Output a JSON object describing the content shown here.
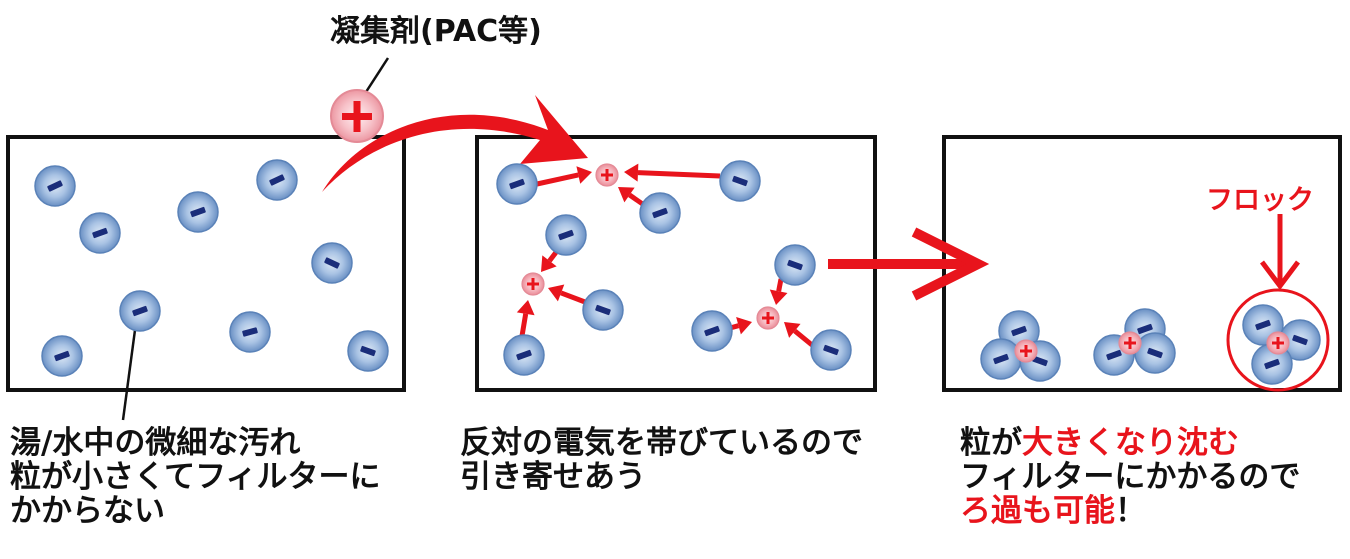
{
  "colors": {
    "accent_red": "#e8141c",
    "particle_fill": "#8fb2dc",
    "particle_edge": "#5a82b8",
    "minus_bar": "#1a2d7a",
    "cation_fill": "#f3b3ba",
    "box_border": "#111111"
  },
  "coagulant": {
    "label": "凝集剤(PAC等)",
    "symbol": "+"
  },
  "panels": [
    {
      "id": "before",
      "caption": [
        "湯/水中の微細な汚れ",
        "粒が小さくてフィルターに",
        "かからない"
      ]
    },
    {
      "id": "attract",
      "caption": [
        "反対の電気を帯びているので",
        "引き寄せあう"
      ]
    },
    {
      "id": "floc",
      "flock_label": "フロック",
      "caption_line1": {
        "normal": "粒が",
        "highlight": "大きくなり沈む"
      },
      "caption_line2": "フィルターにかかるので",
      "caption_line3": {
        "highlight": "ろ過も可能",
        "normal": "！"
      }
    }
  ],
  "particle_sign": "-",
  "cation_sign": "+"
}
